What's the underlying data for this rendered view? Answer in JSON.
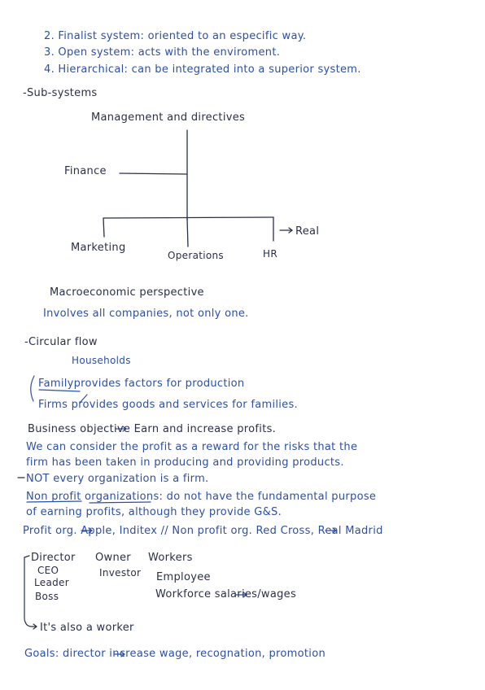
{
  "colors": {
    "ink_blue": "#2d4fa6",
    "ink_dark": "#2a2f4a",
    "paper": "#ffffff"
  },
  "system_types": [
    "2. Finalist system: oriented to an especific way.",
    "3. Open system: acts with the enviroment.",
    "4. Hierarchical: can be integrated into a superior system."
  ],
  "subsystems": {
    "heading": "-Sub-systems",
    "top": "Management and directives",
    "finance": "Finance",
    "marketing": "Marketing",
    "operations": "Operations",
    "hr": "HR",
    "real": "Real"
  },
  "macro": {
    "title": "Macroeconomic perspective",
    "body": "Involves all companies, not only one."
  },
  "circular": {
    "heading": "-Circular flow",
    "households": "Households",
    "family": "Familyprovides factors for production",
    "firms": "Firms provides goods and services for families."
  },
  "business": {
    "objective": "Business objective Earn and increase profits.",
    "profit_1": "We can consider the profit as a reward for the risks that the",
    "profit_2": "firm has been taken in producing and providing products.",
    "note": "NOT every organization is a firm.",
    "nonprofit_1": "Non profit organizations: do not have the fundamental purpose",
    "nonprofit_2": "of earning profits, although they provide G&S.",
    "examples": "Profit org. Apple, Inditex // Non profit org. Red Cross, Real Madrid"
  },
  "roles": {
    "director": "Director",
    "ceo": "CEO",
    "leader": "Leader",
    "boss": "Boss",
    "owner": "Owner",
    "investor": "Investor",
    "workers": "Workers",
    "employee": "Employee",
    "workforce": "Workforce salaries/wages",
    "also_worker": "It's also a worker"
  },
  "goals": "Goals: director increase wage, recognation, promotion"
}
